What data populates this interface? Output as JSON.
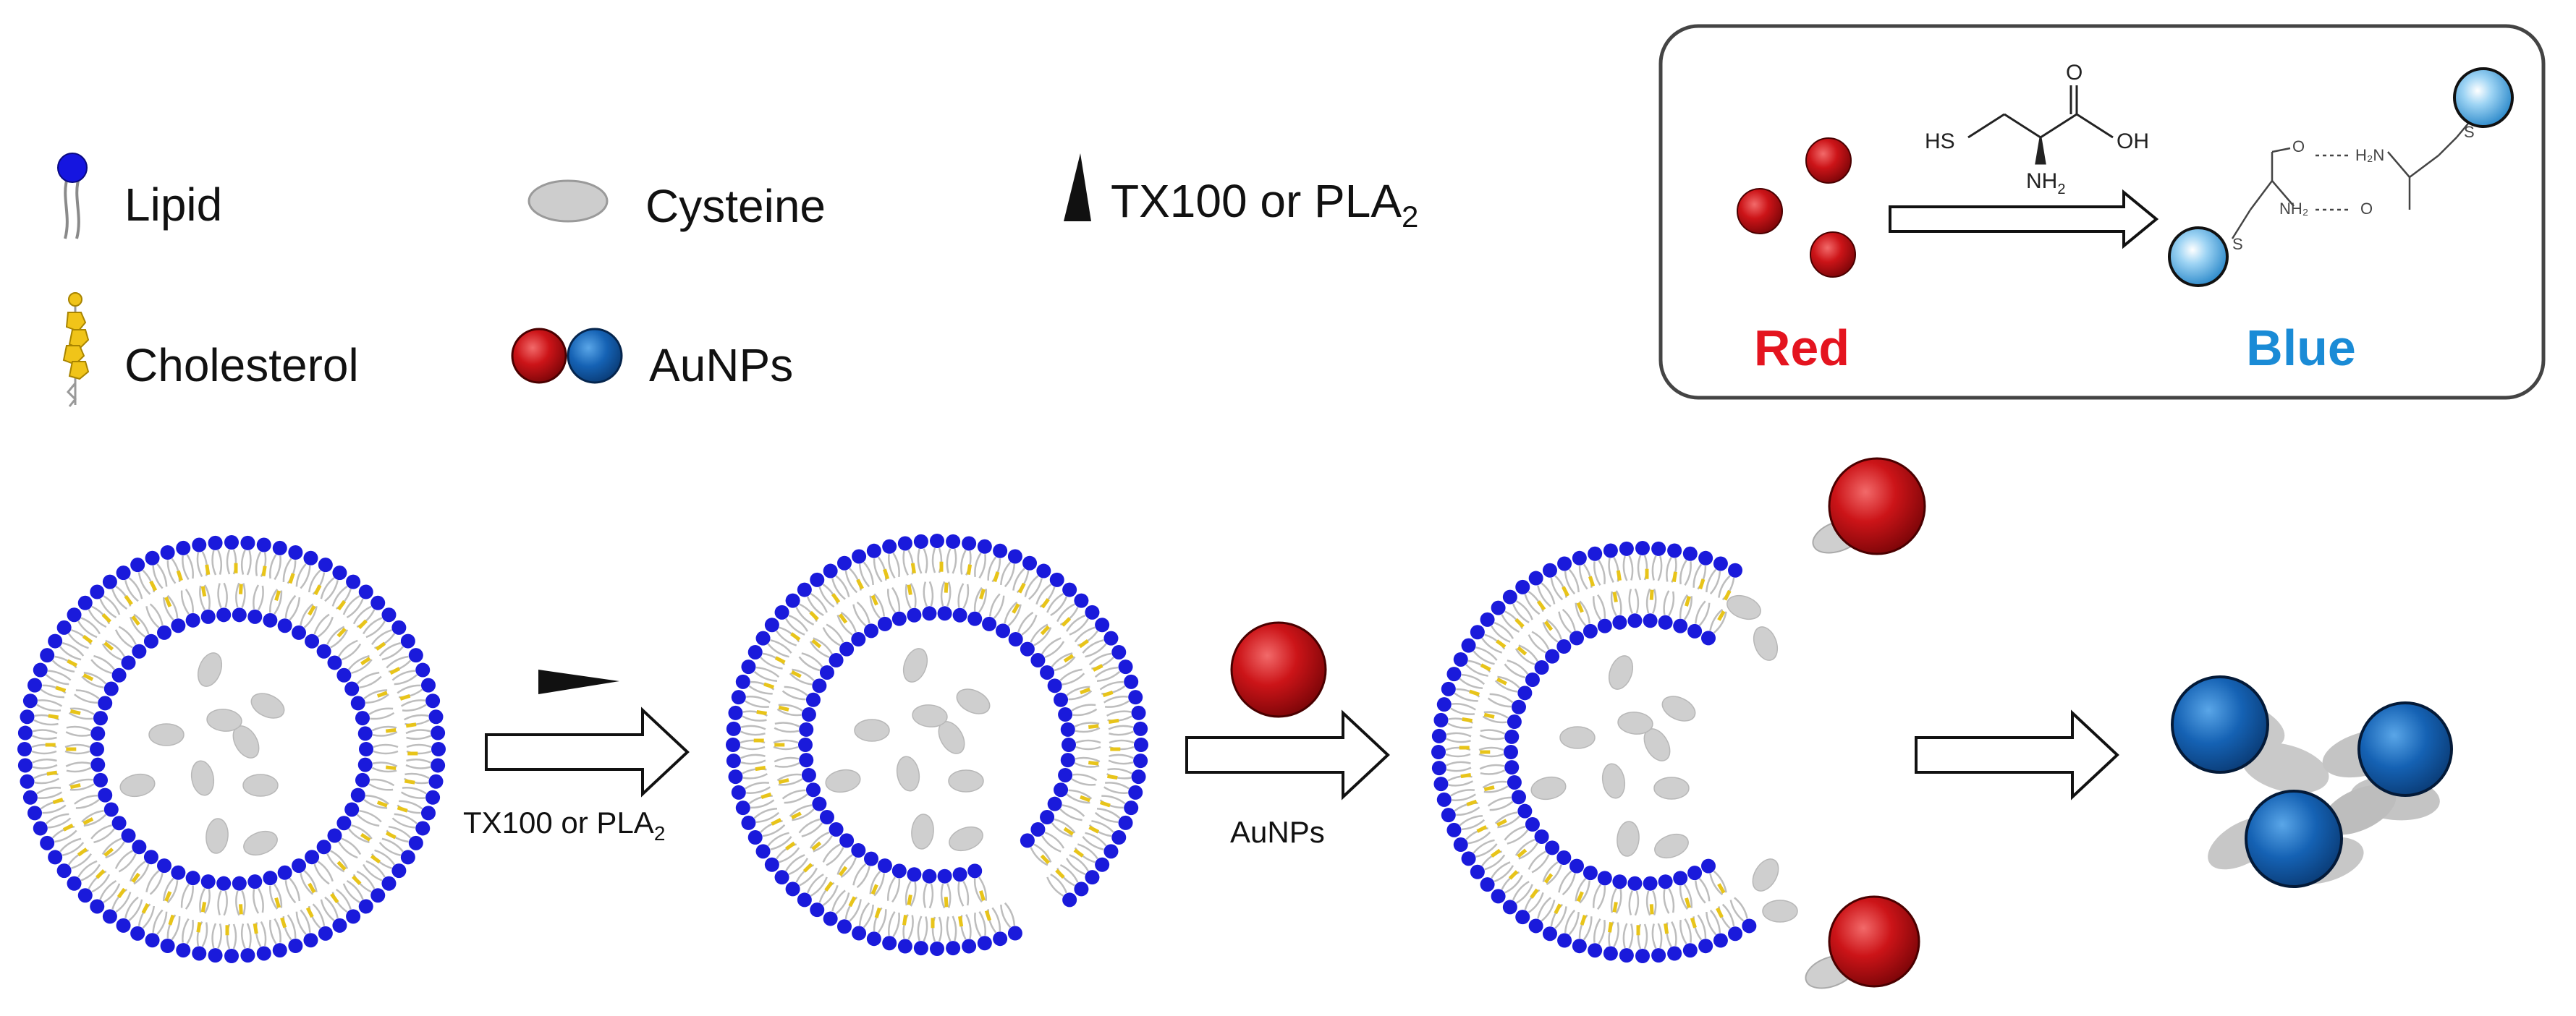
{
  "legend": {
    "lipid": "Lipid",
    "cholesterol": "Cholesterol",
    "cysteine": "Cysteine",
    "aunps": "AuNPs",
    "tx100_prefix": "TX100 or PLA",
    "tx100_sub": "2"
  },
  "inset": {
    "red_label": "Red",
    "blue_label": "Blue",
    "cysteine_struct": {
      "sh": "HS",
      "oh": "OH",
      "o": "O",
      "nh": "NH",
      "nh_sub": "2"
    },
    "complex_struct": {
      "o_left": "O",
      "o_right": "O",
      "nh_top": "H₂N",
      "nh_bot": "NH₂",
      "s_left": "S",
      "s_right": "S"
    }
  },
  "steps": {
    "arrow1_label_prefix": "TX100 or PLA",
    "arrow1_label_sub": "2",
    "arrow2_label": "AuNPs"
  },
  "colors": {
    "lipid_head": "#1a1adb",
    "cholesterol": "#e8c419",
    "cysteine": "#cfcfcf",
    "aunp_red": "#c0141a",
    "aunp_blue": "#1565b5",
    "red_text": "#e4141f",
    "blue_text": "#1a8bd6"
  },
  "icons": [
    "lipid-icon",
    "cholesterol-icon",
    "cysteine-icon",
    "aunp-red-icon",
    "aunp-blue-icon",
    "detergent-wedge-icon"
  ]
}
